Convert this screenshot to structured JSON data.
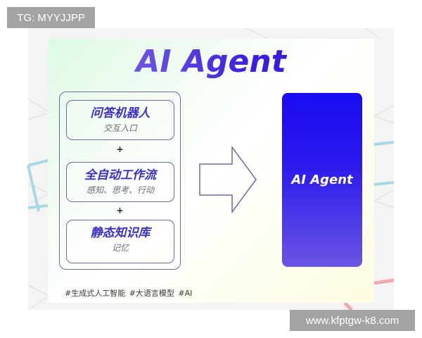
{
  "watermarks": {
    "top_left": "TG: MYYJJPP",
    "bottom_right": "www.kfptgw-k8.com"
  },
  "diagram": {
    "title": "AI Agent",
    "components": [
      {
        "heading": "问答机器人",
        "subtitle": "交互入口"
      },
      {
        "heading": "全自动工作流",
        "subtitle": "感知、思考、行动"
      },
      {
        "heading": "静态知识库",
        "subtitle": "记忆"
      }
    ],
    "operators": [
      "+",
      "+"
    ],
    "result": "AI Agent",
    "tags": "#生成式人工智能  #大语言模型  #AI"
  },
  "colors": {
    "title_gradient_start": "#9b7ae8",
    "title_gradient_end": "#1a10d0",
    "box_border": "#6e6a9a",
    "heading_color": "#3a2fc4",
    "agent_box_top": "#1a0cf0",
    "agent_box_bottom": "#6a55e4",
    "watermark_bg": "#a3a3a3"
  }
}
